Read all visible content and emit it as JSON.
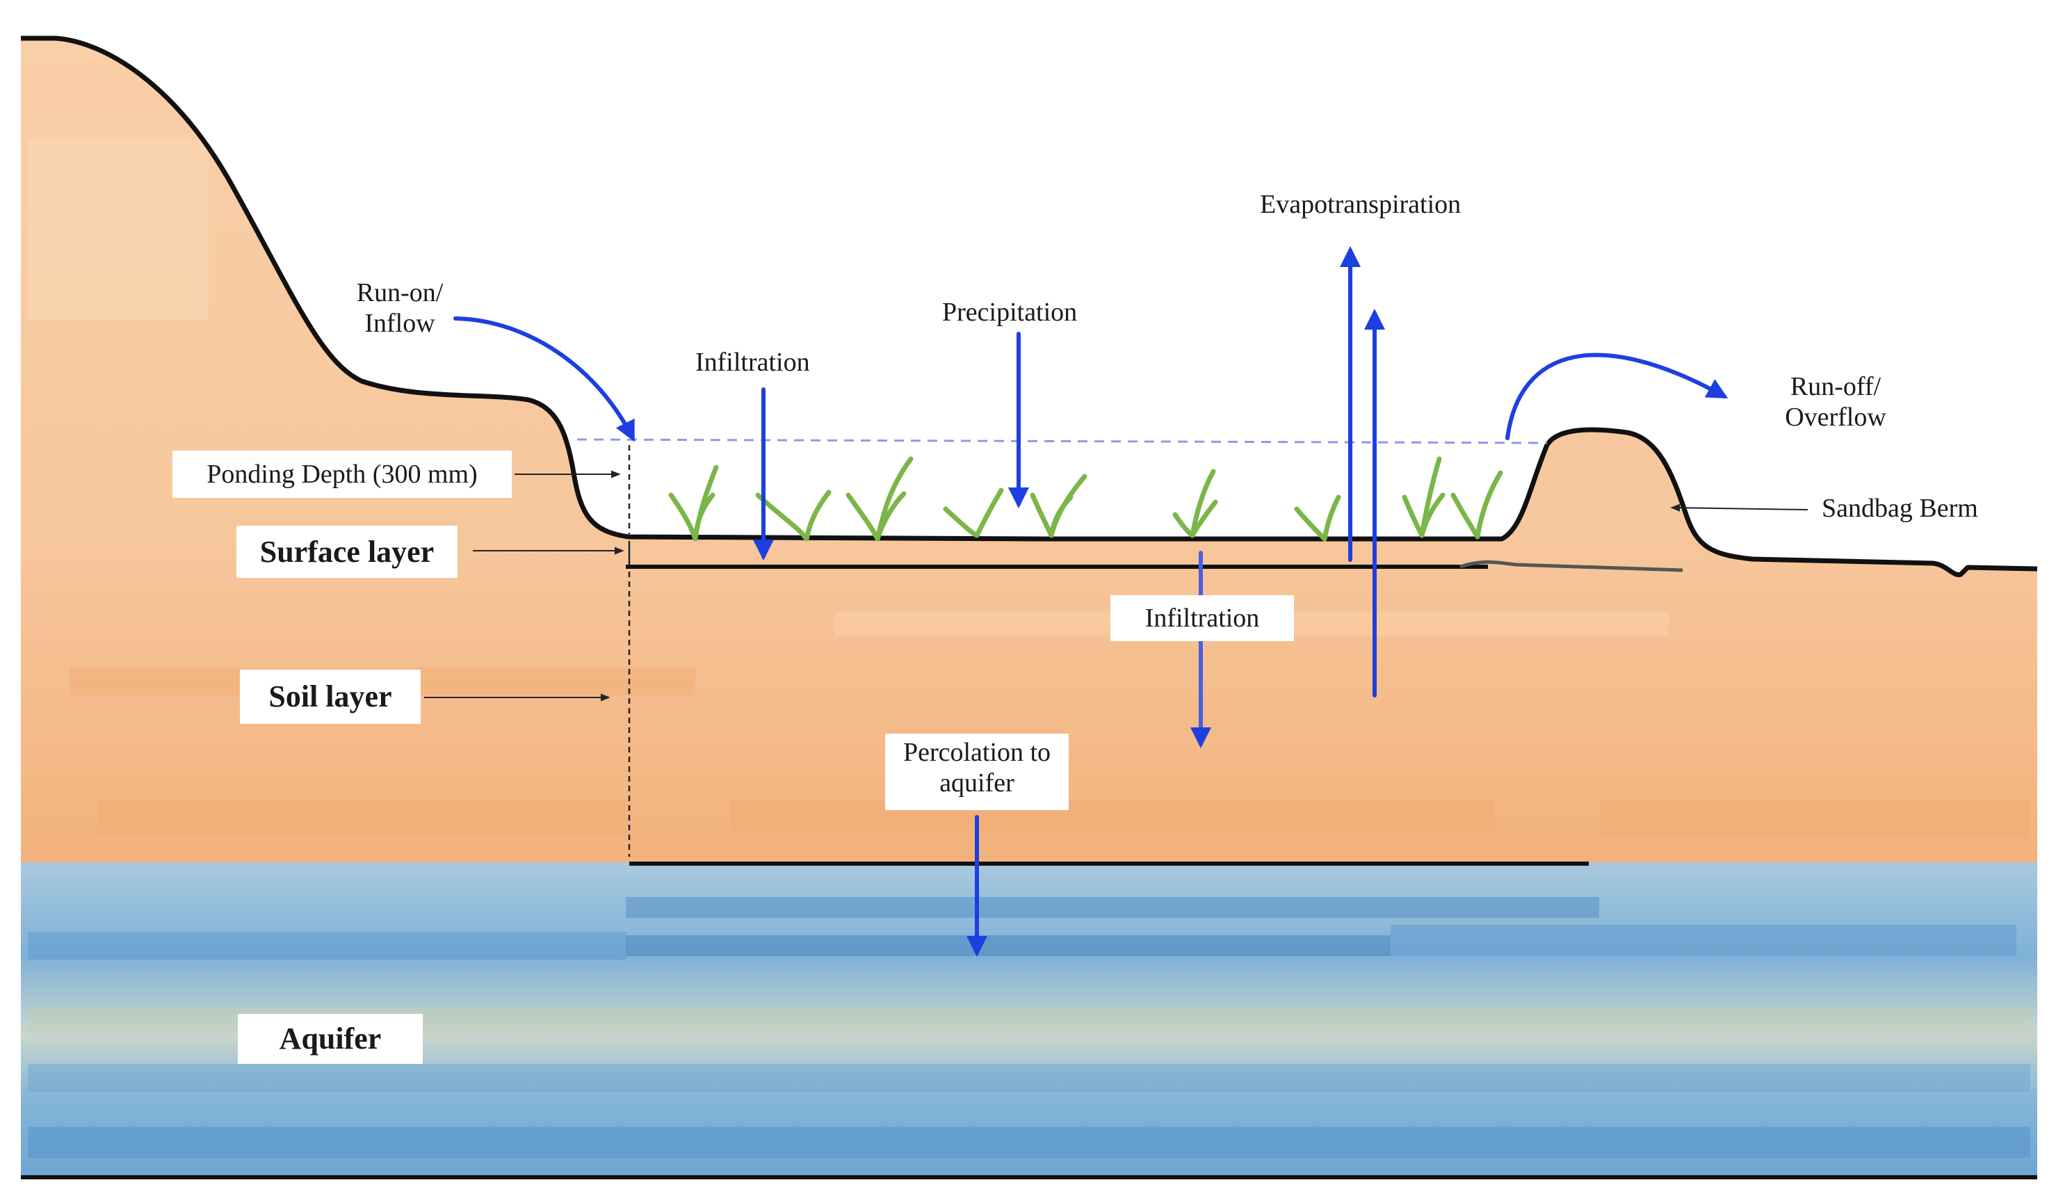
{
  "labels": {
    "run_on_line1": "Run-on/",
    "run_on_line2": "Inflow",
    "infiltration_top": "Infiltration",
    "precipitation": "Precipitation",
    "evapotranspiration": "Evapotranspiration",
    "run_off_line1": "Run-off/",
    "run_off_line2": "Overflow",
    "ponding_depth": "Ponding Depth (300 mm)",
    "sandbag_berm": "Sandbag Berm",
    "surface_layer": "Surface layer",
    "soil_layer": "Soil layer",
    "infiltration_mid": "Infiltration",
    "percolation_line1": "Percolation to",
    "percolation_line2": "aquifer",
    "aquifer": "Aquifer"
  },
  "colors": {
    "soil": "#f6c194",
    "soil_light": "#fbe0c6",
    "aquifer": "#7fb1d8",
    "aquifer_light": "#cfe0ea",
    "arrow": "#1d3fe0",
    "vegetation": "#7ab648",
    "outline": "#111111",
    "ponding_line": "#8a9ce8"
  }
}
